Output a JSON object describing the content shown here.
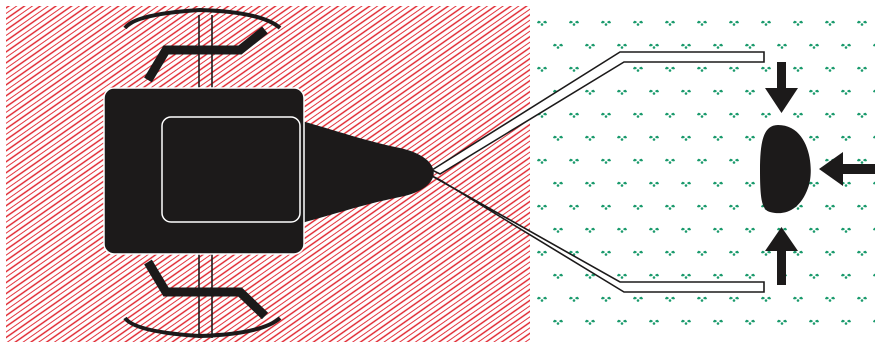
{
  "diagram": {
    "colors": {
      "background": "#ffffff",
      "hatch": "#e0202a",
      "dots": "#1a9a6c",
      "ink": "#1c1a1a",
      "outline": "#ffffff"
    },
    "icons": {
      "machine": "tractor-top-view-icon",
      "implement": "v-shaped-pull-frame-icon",
      "target": "rounded-block-icon",
      "force": "arrow-icon"
    },
    "zones": [
      {
        "name": "worked-area",
        "fill": "red-hatching"
      },
      {
        "name": "unworked-area",
        "fill": "green-dot-pattern"
      }
    ],
    "force_arrows": [
      {
        "direction": "down"
      },
      {
        "direction": "up"
      },
      {
        "direction": "left"
      }
    ]
  }
}
